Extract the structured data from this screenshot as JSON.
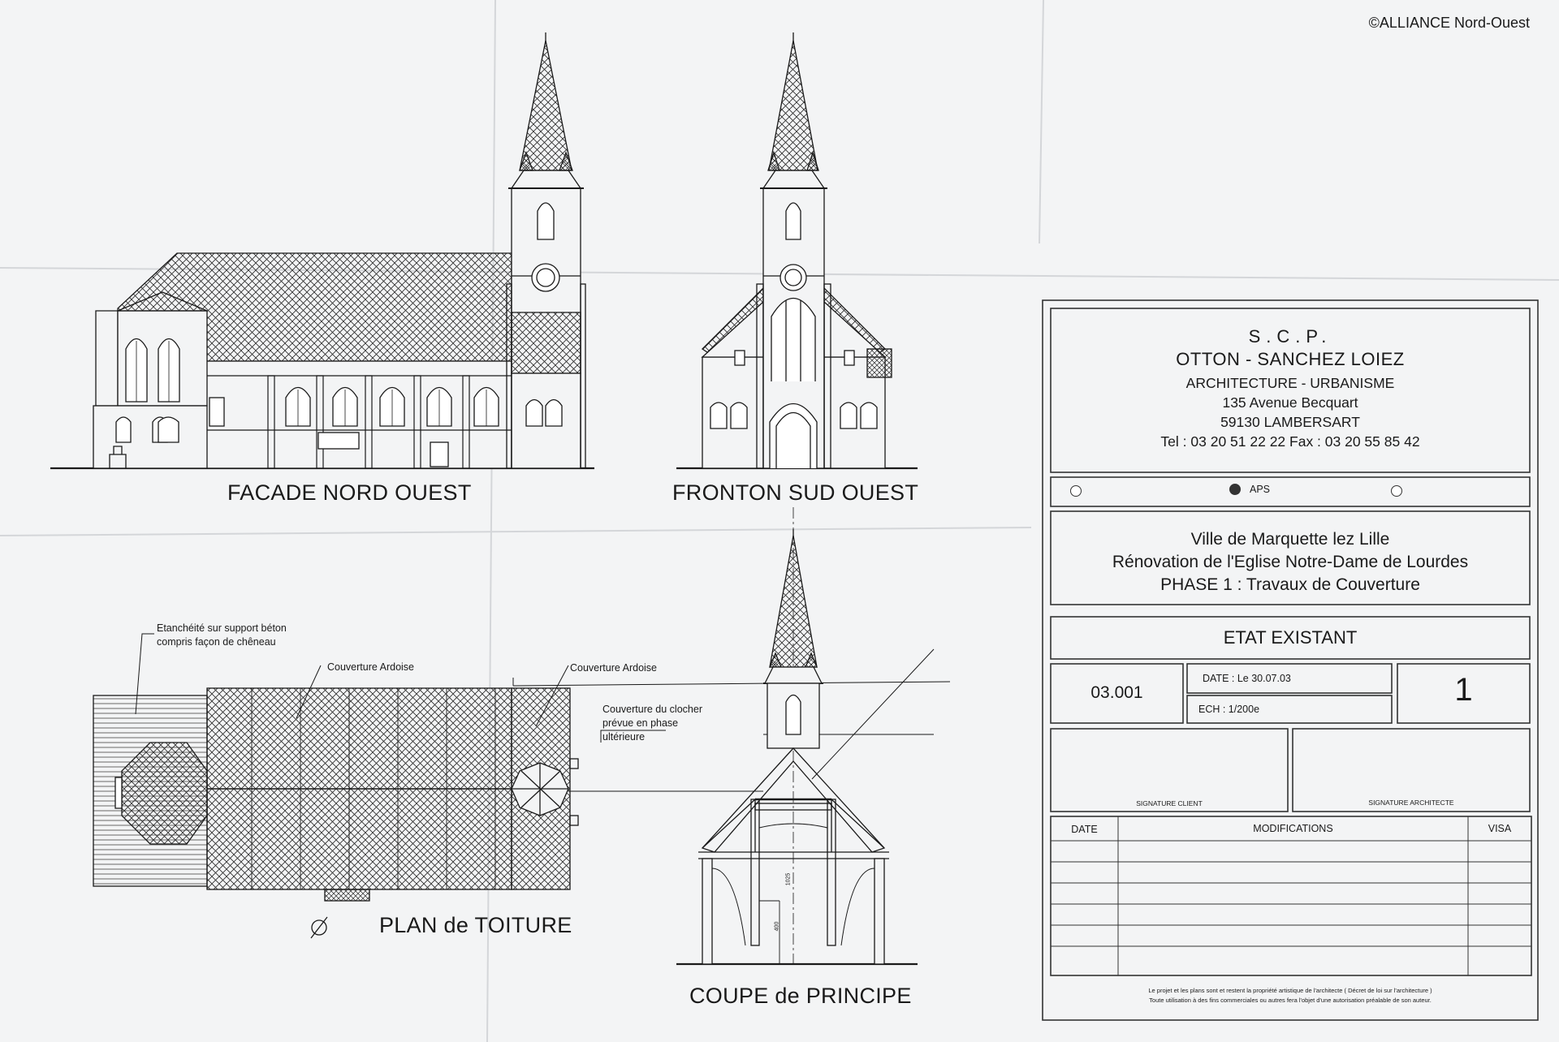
{
  "copyright": "©ALLIANCE Nord-Ouest",
  "views": {
    "facade_nord_ouest": "FACADE NORD OUEST",
    "fronton_sud_ouest": "FRONTON SUD OUEST",
    "plan_toiture": "PLAN de TOITURE",
    "coupe_principe": "COUPE de PRINCIPE"
  },
  "annotations": {
    "etancheite_1": "Etanchéité sur support béton",
    "etancheite_2": "compris façon de chêneau",
    "couverture_ardoise_1": "Couverture Ardoise",
    "couverture_ardoise_2": "Couverture Ardoise",
    "clocher_1": "Couverture du  clocher",
    "clocher_2": "prévue en phase",
    "clocher_3": "ultérieure",
    "north_symbol": "∅",
    "dim_1": "1025",
    "dim_2": "400"
  },
  "title_block": {
    "scp": "S.C.P.",
    "firm": "OTTON - SANCHEZ LOIEZ",
    "discipline": "ARCHITECTURE - URBANISME",
    "address": "135 Avenue Becquart",
    "city": "59130 LAMBERSART",
    "phones": "Tel : 03 20 51 22 22     Fax : 03 20 55 85 42",
    "phase_option": "APS",
    "client": "Ville de Marquette lez Lille",
    "project": "Rénovation de l'Eglise Notre-Dame de Lourdes",
    "phase": "PHASE 1 : Travaux de Couverture",
    "state": "ETAT EXISTANT",
    "drawing_no": "03.001",
    "date": "DATE :  Le 30.07.03",
    "scale": "ECH : 1/200e",
    "sheet": "1",
    "signature_client": "SIGNATURE CLIENT",
    "signature_architect": "SIGNATURE ARCHITECTE",
    "mods_headers": [
      "DATE",
      "MODIFICATIONS",
      "VISA"
    ],
    "legal_1": "Le projet et les plans sont et restent la propriété artistique de l'architecte ( Décret de loi sur l'architecture )",
    "legal_2": "Toute utilisation à des fins commerciales ou autres fera l'objet d'une autorisation  préalable de son auteur."
  }
}
